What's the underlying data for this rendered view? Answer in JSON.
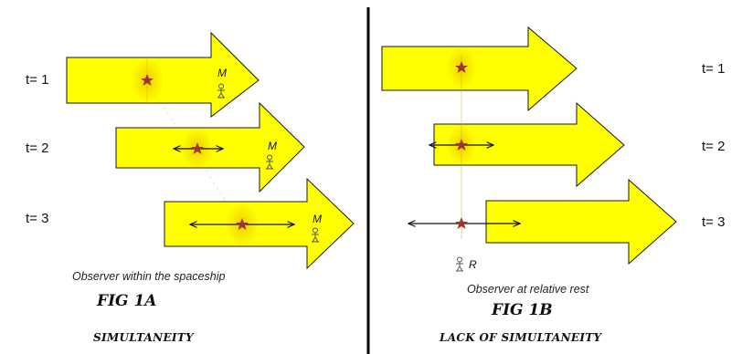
{
  "left_panel": {
    "time_labels": [
      "t= 1",
      "t= 2",
      "t= 3"
    ],
    "observer_label": "M",
    "observer_caption": "Observer within the spaceship",
    "fig_title": "FIG 1A",
    "caption": "SIMULTANEITY"
  },
  "right_panel": {
    "time_labels": [
      "t= 1",
      "t= 2",
      "t= 3"
    ],
    "observer_label": "R",
    "observer_caption": "Observer at relative rest",
    "fig_title": "FIG 1B",
    "caption": "LACK OF SIMULTANEITY"
  },
  "colors": {
    "arrow_fill": "#ffff00",
    "arrow_stroke": "#1a1a1a",
    "glow": "#f2d200",
    "star": "#a0352f",
    "divider": "#000000"
  }
}
